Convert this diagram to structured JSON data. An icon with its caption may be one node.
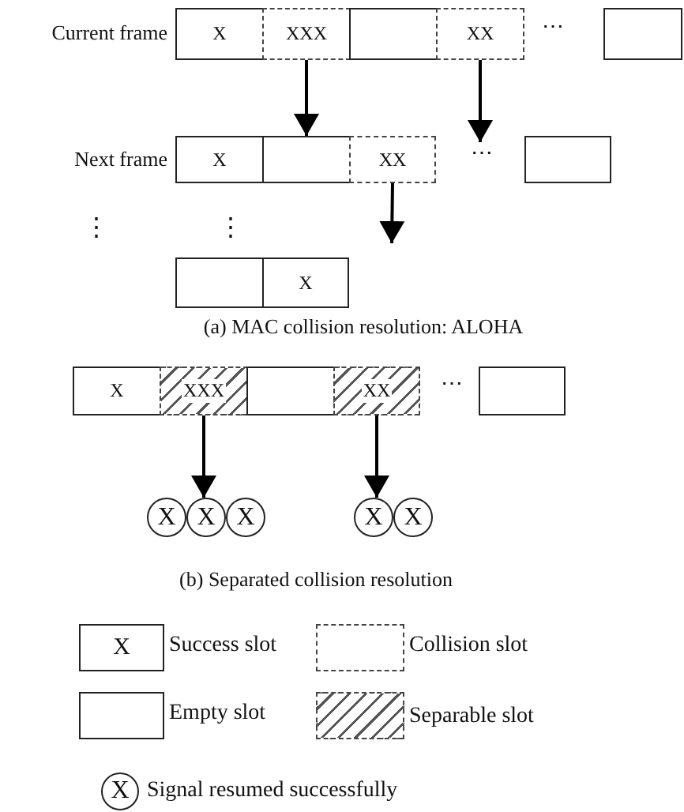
{
  "diagram": {
    "nodes": [
      {
        "text": [
          "X"
        ]
      },
      {
        "text": [
          "XXX"
        ]
      },
      {
        "text": [],
        "shape": "box"
      },
      {
        "text": [
          "XX"
        ]
      },
      {
        "text": [],
        "shape": "box"
      },
      {
        "text": [
          "X"
        ]
      },
      {
        "text": [],
        "shape": "box"
      },
      {
        "text": [
          "XX"
        ]
      },
      {
        "text": [
          "⋯"
        ]
      },
      {
        "text": [],
        "shape": "box"
      },
      {
        "text": [],
        "shape": "box"
      },
      {
        "text": [
          "X"
        ]
      },
      {
        "text": [
          "X"
        ]
      },
      {
        "text": [
          "XXX"
        ]
      },
      {
        "text": [],
        "shape": "box"
      },
      {
        "text": [
          "XX"
        ]
      },
      {
        "text": [],
        "shape": "box"
      },
      {
        "text": [
          "X"
        ]
      },
      {
        "text": [
          "X"
        ]
      },
      {
        "text": [
          "X"
        ]
      },
      {
        "text": [
          "X"
        ]
      },
      {
        "text": [
          "X"
        ]
      }
    ],
    "edges": [
      {
        "from": 1,
        "to": 6,
        "arrow": "to"
      },
      {
        "from": 3,
        "to": 8,
        "arrow": "to"
      },
      {
        "from": 7,
        "to": null,
        "arrow": "to"
      },
      {
        "from": 13,
        "to": 18,
        "arrow": "to"
      },
      {
        "from": 15,
        "to": 20,
        "arrow": "to"
      }
    ],
    "labels": [
      "Current frame",
      "⋯",
      "Next frame",
      "⋮",
      "⋮",
      "(a) MAC collision resolution: ALOHA",
      "⋯",
      "(b) Separated collision resolution",
      "X",
      "X"
    ],
    "legend": [
      {
        "text": "Success slot"
      },
      {
        "text": "Collision slot"
      },
      {
        "text": "Empty slot"
      },
      {
        "text": "Separable slot"
      },
      {
        "text": "Signal resumed successfully"
      }
    ]
  }
}
